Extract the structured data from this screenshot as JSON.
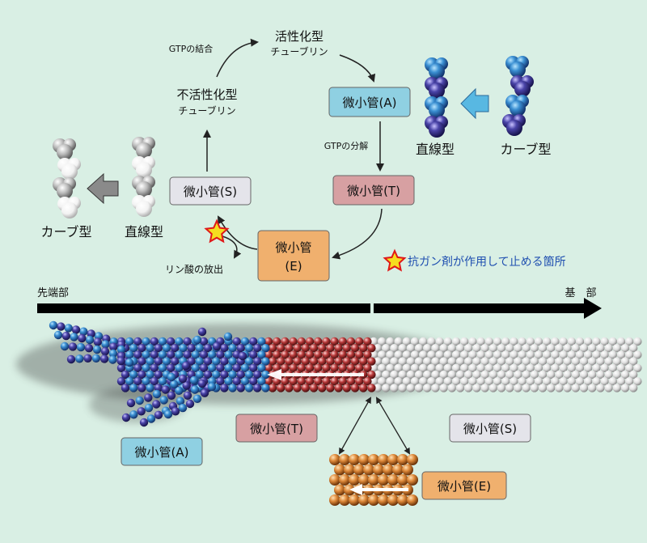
{
  "cycle": {
    "active_tubulin": [
      "活性化型",
      "チューブリン"
    ],
    "inactive_tubulin": [
      "不活性化型",
      "チューブリン"
    ],
    "gtp_binding": "GTPの結合",
    "gtp_hydrolysis": "GTPの分解",
    "phosphate_release": "リン酸の放出",
    "mt_a": "微小管(A)",
    "mt_t": "微小管(T)",
    "mt_e": [
      "微小管",
      "(E)"
    ],
    "mt_s": "微小管(S)"
  },
  "shapes": {
    "straight_blue": "直線型",
    "curved_blue": "カーブ型",
    "straight_gray": "直線型",
    "curved_gray": "カーブ型"
  },
  "legend": {
    "star_icon": "star-icon",
    "text": "抗ガン剤が作用して止める箇所"
  },
  "axis": {
    "plus_end": "先端部",
    "minus_end": "基　部"
  },
  "lower": {
    "mt_a": "微小管(A)",
    "mt_t": "微小管(T)",
    "mt_s": "微小管(S)",
    "mt_e": "微小管(E)"
  },
  "colors": {
    "background": "#d9efe4",
    "box_a": "#8fd0e2",
    "box_t": "#d7a0a2",
    "box_e": "#f0b06e",
    "box_s": "#e4e4ea",
    "star_fill": "#f5dd1f",
    "star_stroke": "#e01818",
    "legend_text": "#1f4fb0",
    "arrow_blue": "#58b8e2",
    "arrow_gray": "#8a8a8a"
  }
}
